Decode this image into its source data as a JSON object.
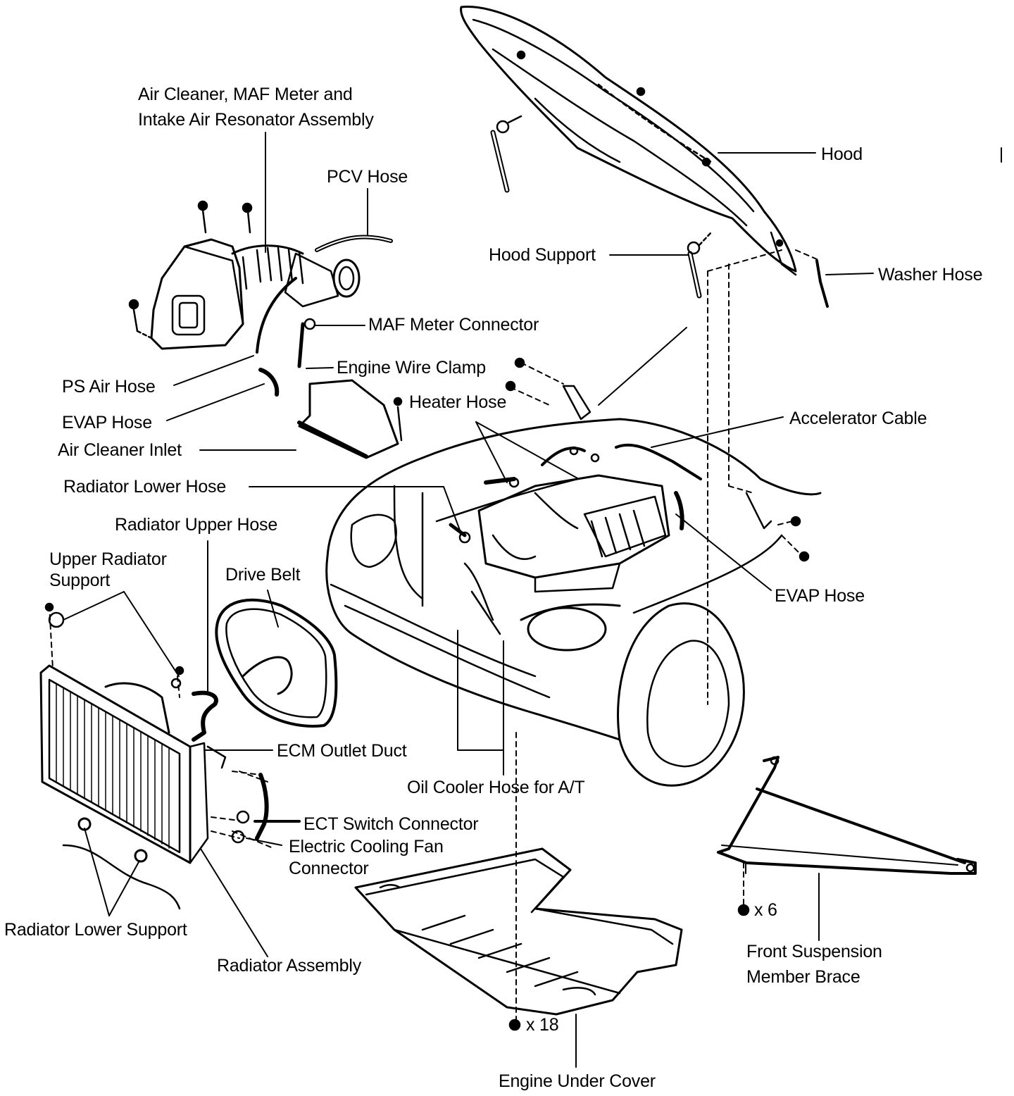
{
  "labels": {
    "air_cleaner_line1": "Air Cleaner, MAF Meter and",
    "air_cleaner_line2": "Intake Air Resonator Assembly",
    "pcv_hose": "PCV Hose",
    "hood": "Hood",
    "hood_support": "Hood Support",
    "washer_hose": "Washer Hose",
    "maf_meter_connector": "MAF Meter Connector",
    "engine_wire_clamp": "Engine Wire Clamp",
    "ps_air_hose": "PS Air Hose",
    "heater_hose": "Heater Hose",
    "evap_hose_left": "EVAP Hose",
    "accelerator_cable": "Accelerator Cable",
    "air_cleaner_inlet": "Air Cleaner Inlet",
    "radiator_lower_hose": "Radiator Lower Hose",
    "radiator_upper_hose": "Radiator Upper Hose",
    "upper_radiator_support_line1": "Upper Radiator",
    "upper_radiator_support_line2": "Support",
    "drive_belt": "Drive Belt",
    "evap_hose_right": "EVAP Hose",
    "ecm_outlet_duct": "ECM Outlet Duct",
    "oil_cooler_hose": "Oil Cooler Hose for A/T",
    "ect_switch_connector": "ECT Switch Connector",
    "electric_cooling_fan_line1": "Electric Cooling Fan",
    "electric_cooling_fan_line2": "Connector",
    "radiator_lower_support": "Radiator Lower Support",
    "radiator_assembly": "Radiator Assembly",
    "front_suspension_line1": "Front  Suspension",
    "front_suspension_line2": "Member Brace",
    "bolt_count_brace": "x 6",
    "bolt_count_cover": "x 18",
    "engine_under_cover": "Engine Under Cover"
  },
  "colors": {
    "ink": "#000000",
    "paper": "#ffffff"
  }
}
